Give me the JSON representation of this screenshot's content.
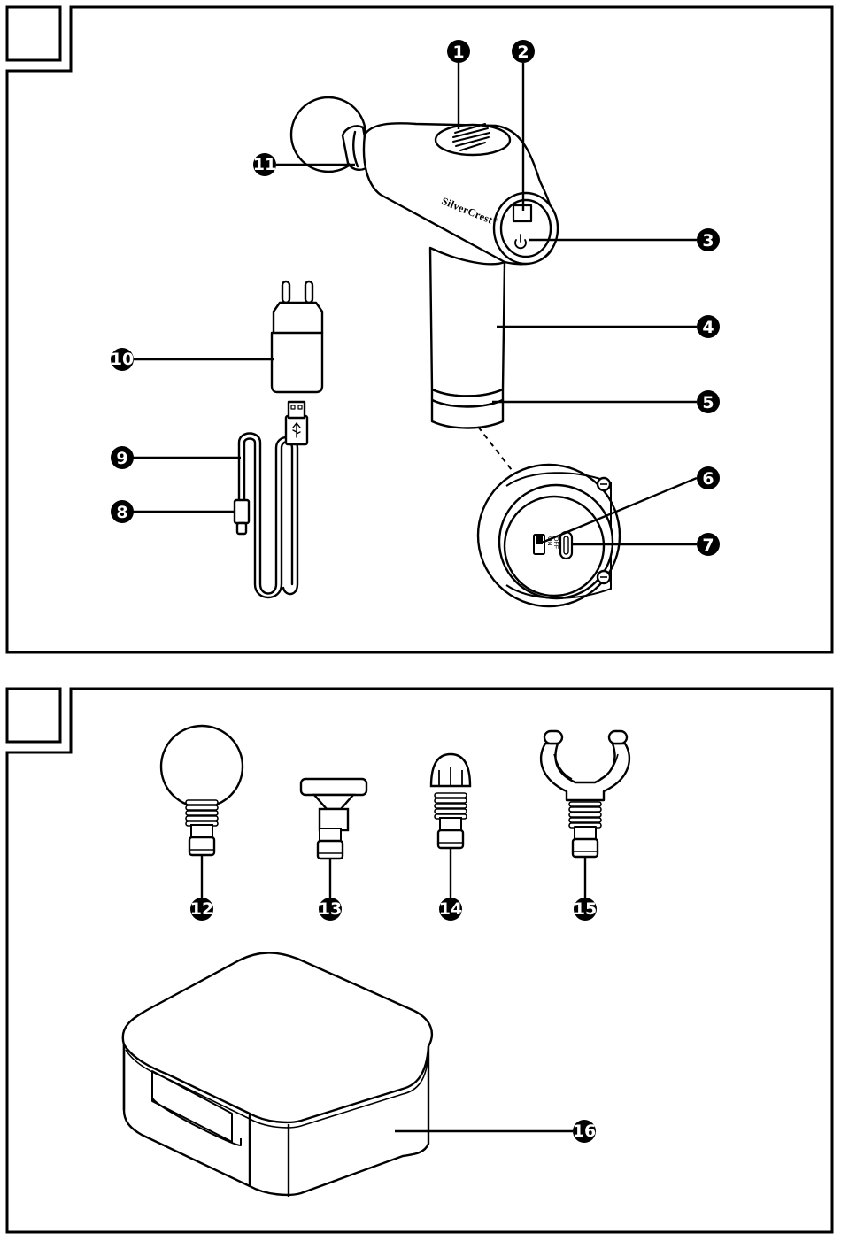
{
  "brand": {
    "name": "SilverCrest",
    "trademark": "®"
  },
  "switch_labels": {
    "on": "ON",
    "off": "OFF"
  },
  "panels": [
    {
      "id": "panel-a",
      "callouts": [
        {
          "num": "1",
          "part": "top-vent"
        },
        {
          "num": "2",
          "part": "display"
        },
        {
          "num": "3",
          "part": "power-button"
        },
        {
          "num": "4",
          "part": "handle"
        },
        {
          "num": "5",
          "part": "light-ring"
        },
        {
          "num": "6",
          "part": "on-off-switch"
        },
        {
          "num": "7",
          "part": "usb-c-charging-port"
        },
        {
          "num": "8",
          "part": "usb-c-plug"
        },
        {
          "num": "9",
          "part": "charging-cable"
        },
        {
          "num": "10",
          "part": "power-adapter"
        },
        {
          "num": "11",
          "part": "attachment-mount"
        }
      ]
    },
    {
      "id": "panel-b",
      "callouts": [
        {
          "num": "12",
          "part": "ball-attachment"
        },
        {
          "num": "13",
          "part": "flat-attachment"
        },
        {
          "num": "14",
          "part": "bullet-attachment"
        },
        {
          "num": "15",
          "part": "fork-attachment"
        },
        {
          "num": "16",
          "part": "storage-case"
        }
      ]
    }
  ]
}
